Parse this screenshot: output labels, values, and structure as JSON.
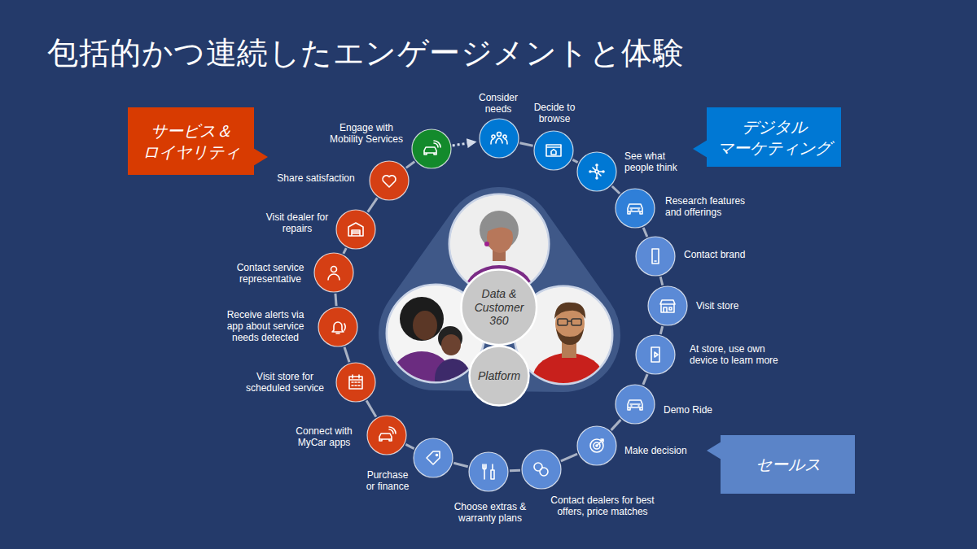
{
  "diagram": {
    "title": "包括的かつ連続したエンゲージメントと体験",
    "nodes": [
      {
        "text": [
          "サービス＆ ロイヤリティ"
        ]
      },
      {
        "text": [
          "デジタル マーケティング"
        ]
      },
      {
        "text": [
          "セールス"
        ]
      },
      {
        "text": [
          "Consider needs"
        ]
      },
      {
        "text": [
          "Decide to browse"
        ]
      },
      {
        "text": [
          "See what people think"
        ]
      },
      {
        "text": [
          "Research features and offerings"
        ]
      },
      {
        "text": [
          "Contact brand"
        ]
      },
      {
        "text": [
          "Visit store"
        ]
      },
      {
        "text": [
          "At store, use own device to learn more"
        ]
      },
      {
        "text": [
          "Demo Ride"
        ]
      },
      {
        "text": [
          "Make decision"
        ]
      },
      {
        "text": [
          "Contact dealers for best offers, price matches"
        ]
      },
      {
        "text": [
          "Choose extras & warranty plans"
        ]
      },
      {
        "text": [
          "Purchase or finance"
        ]
      },
      {
        "text": [
          "Connect with MyCar apps"
        ]
      },
      {
        "text": [
          "Visit store for scheduled service"
        ]
      },
      {
        "text": [
          "Receive alerts via app about service needs detected"
        ]
      },
      {
        "text": [
          "Contact service representative"
        ]
      },
      {
        "text": [
          "Visit dealer for repairs"
        ]
      },
      {
        "text": [
          "Share satisfaction"
        ]
      },
      {
        "text": [
          "Engage with Mobility Services"
        ]
      },
      {
        "text": [
          "Data & Customer 360"
        ]
      },
      {
        "text": [
          "Platform"
        ]
      }
    ],
    "edges": [
      {
        "from": 3,
        "to": 4,
        "arrow": "none"
      },
      {
        "from": 4,
        "to": 5,
        "arrow": "none"
      },
      {
        "from": 5,
        "to": 6,
        "arrow": "none"
      },
      {
        "from": 6,
        "to": 7,
        "arrow": "none"
      },
      {
        "from": 7,
        "to": 8,
        "arrow": "none"
      },
      {
        "from": 8,
        "to": 9,
        "arrow": "none"
      },
      {
        "from": 9,
        "to": 10,
        "arrow": "none"
      },
      {
        "from": 10,
        "to": 11,
        "arrow": "none"
      },
      {
        "from": 11,
        "to": 12,
        "arrow": "none"
      },
      {
        "from": 12,
        "to": 13,
        "arrow": "none"
      },
      {
        "from": 13,
        "to": 14,
        "arrow": "none"
      },
      {
        "from": 14,
        "to": 15,
        "arrow": "none"
      },
      {
        "from": 15,
        "to": 16,
        "arrow": "none"
      },
      {
        "from": 16,
        "to": 17,
        "arrow": "none"
      },
      {
        "from": 17,
        "to": 18,
        "arrow": "none"
      },
      {
        "from": 18,
        "to": 19,
        "arrow": "none"
      },
      {
        "from": 19,
        "to": 20,
        "arrow": "none"
      },
      {
        "from": 20,
        "to": 21,
        "arrow": "none"
      },
      {
        "from": 21,
        "to": 3,
        "arrow": "to"
      }
    ]
  }
}
